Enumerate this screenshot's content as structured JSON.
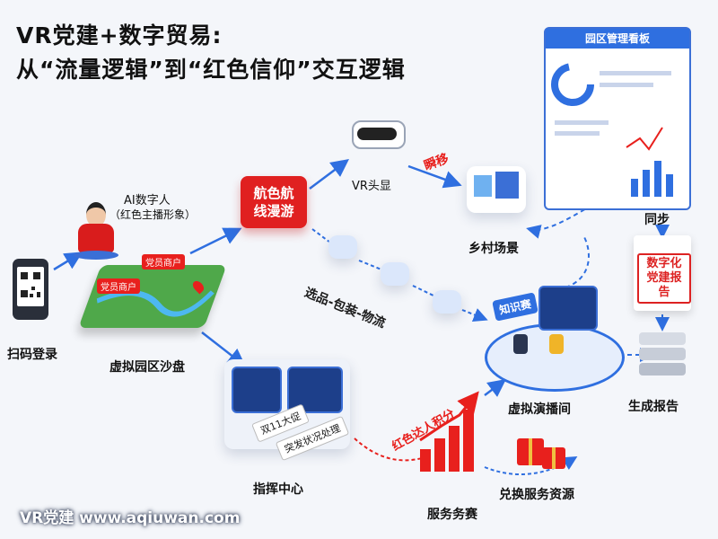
{
  "title": {
    "line1": "VR党建+数字贸易:",
    "line2": "从“流量逻辑”到“红色信仰”交互逻辑"
  },
  "nodes": {
    "scan_login": "扫码登录",
    "ai_person": "AI数字人",
    "ai_person_sub": "（红色主播形象）",
    "sandtable": "虚拟园区沙盘",
    "party_merchant_1": "党员商户",
    "party_merchant_2": "党员商户",
    "red_tour": "航色航\n线漫游",
    "vr_headset": "VR头显",
    "teleport": "瞬移",
    "rural_scene": "乡村场景",
    "dashboard_title": "园区管理看板",
    "sync": "同步",
    "digital_report": "数字化\n党建报告",
    "generate_report": "生成报告",
    "logistics": "选品-包装-物流",
    "quiz": "知识赛",
    "live_room": "虚拟演播间",
    "command_center": "指挥中心",
    "double11": "双11大促",
    "emergency": "突发状况处理",
    "red_points": "红色达人积分",
    "service_competition": "服务务赛",
    "redeem": "兑换服务资源"
  },
  "watermark": "VR党建 www.aqiuwan.com",
  "colors": {
    "accent_blue": "#2f6fe0",
    "accent_red": "#e8201d",
    "background": "#f4f6fa"
  }
}
